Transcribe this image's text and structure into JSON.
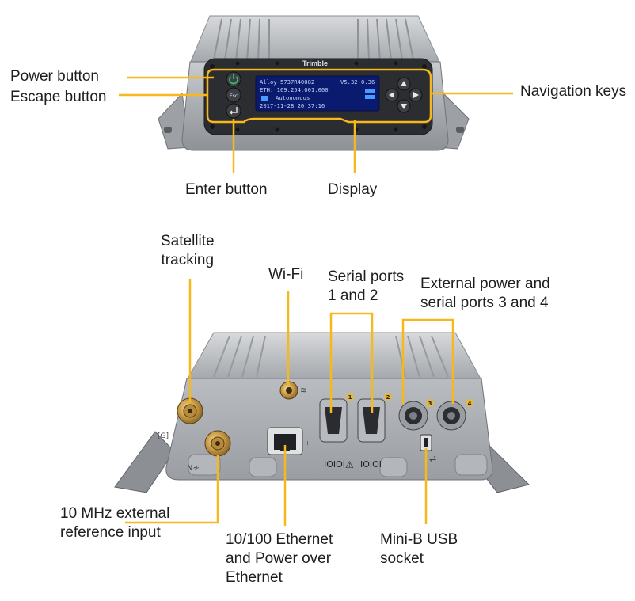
{
  "brand": "Trimble",
  "accent_color": "#f6b81c",
  "front_view": {
    "display_lines": [
      "Alloy-5737R40082",
      "ETH: 169.254.001.000",
      "Autonomous",
      "2017-11-28 20:37:16"
    ],
    "display_right": "V5.32-0.36",
    "labels": {
      "power_button": "Power button",
      "escape_button": "Escape button",
      "navigation_keys": "Navigation keys",
      "enter_button": "Enter button",
      "display": "Display"
    }
  },
  "rear_view": {
    "port_numbers": [
      "1",
      "2",
      "3",
      "4"
    ],
    "labels": {
      "satellite_tracking": "Satellite\ntracking",
      "wifi": "Wi-Fi",
      "serial_ports_1_2": "Serial ports\n1 and 2",
      "external_power": "External power and\nserial ports 3 and 4",
      "ref_input": "10 MHz external\nreference input",
      "ethernet": "10/100 Ethernet\nand Power over\nEthernet",
      "mini_usb": "Mini-B USB\nsocket"
    }
  },
  "icons": [
    "power-icon",
    "escape-icon",
    "enter-icon",
    "arrow-up-icon",
    "arrow-left-icon",
    "arrow-right-icon",
    "arrow-down-icon",
    "wifi-icon",
    "usb-icon",
    "warning-icon",
    "ethernet-icon",
    "gnss-icon"
  ]
}
